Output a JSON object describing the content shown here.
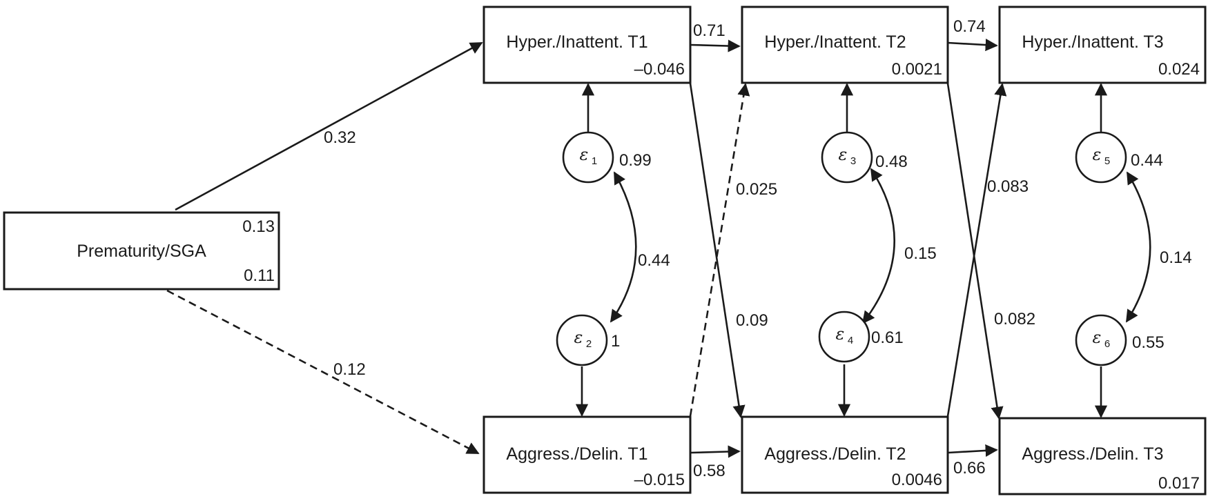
{
  "nodes": {
    "prematurity": {
      "label": "Prematurity/SGA",
      "value_top": "0.13",
      "value_bottom": "0.11"
    },
    "hyper_t1": {
      "label": "Hyper./Inattent. T1",
      "value": "–0.046"
    },
    "hyper_t2": {
      "label": "Hyper./Inattent. T2",
      "value": "0.0021"
    },
    "hyper_t3": {
      "label": "Hyper./Inattent. T3",
      "value": "0.024"
    },
    "aggr_t1": {
      "label": "Aggress./Delin. T1",
      "value": "–0.015"
    },
    "aggr_t2": {
      "label": "Aggress./Delin. T2",
      "value": "0.0046"
    },
    "aggr_t3": {
      "label": "Aggress./Delin. T3",
      "value": "0.017"
    }
  },
  "errors": {
    "e1": {
      "symbol": "ε",
      "sub": "1",
      "variance": "0.99"
    },
    "e2": {
      "symbol": "ε",
      "sub": "2",
      "variance": "1"
    },
    "e3": {
      "symbol": "ε",
      "sub": "3",
      "variance": "0.48"
    },
    "e4": {
      "symbol": "ε",
      "sub": "4",
      "variance": "0.61"
    },
    "e5": {
      "symbol": "ε",
      "sub": "5",
      "variance": "0.44"
    },
    "e6": {
      "symbol": "ε",
      "sub": "6",
      "variance": "0.55"
    }
  },
  "paths": {
    "prem_to_hyper_t1": "0.32",
    "prem_to_aggr_t1": "0.12",
    "hyper_t1_to_t2": "0.71",
    "hyper_t2_to_t3": "0.74",
    "aggr_t1_to_t2": "0.58",
    "aggr_t2_to_t3": "0.66",
    "aggr_t1_to_hyper_t2": "0.025",
    "hyper_t1_to_aggr_t2": "0.09",
    "aggr_t2_to_hyper_t3": "0.083",
    "hyper_t2_to_aggr_t3": "0.082"
  },
  "covariances": {
    "e1_e2": "0.44",
    "e3_e4": "0.15",
    "e5_e6": "0.14"
  }
}
